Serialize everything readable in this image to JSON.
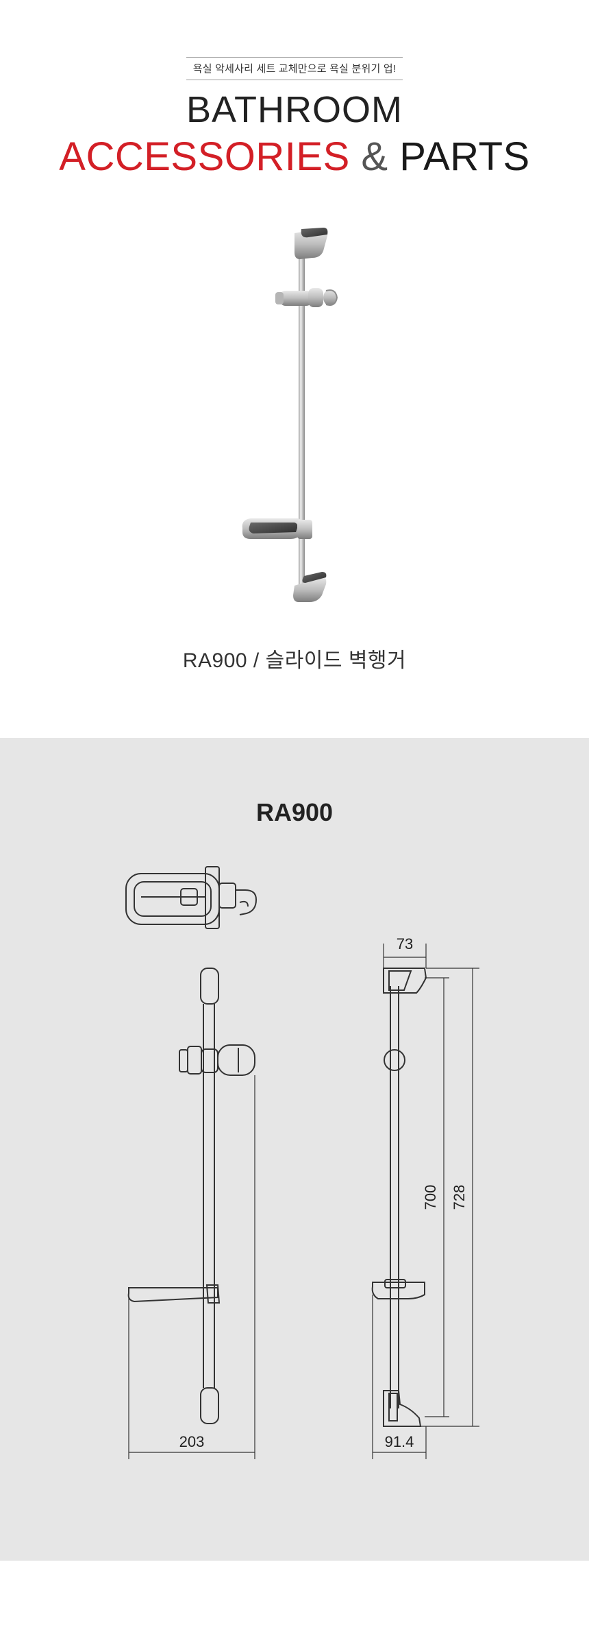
{
  "header": {
    "tagline": "욕실 악세사리 세트 교체만으로 욕실 분위기 업!",
    "title_line1": "BATHROOM",
    "title_accessories": "ACCESSORIES",
    "title_amp": "&",
    "title_parts": "PARTS"
  },
  "product": {
    "caption": "RA900 / 슬라이드 벽행거"
  },
  "spec": {
    "model": "RA900",
    "dimensions": {
      "top_width": "73",
      "bar_height": "700",
      "total_height": "728",
      "total_width": "203",
      "depth": "91.4"
    }
  },
  "colors": {
    "accent_red": "#d31f26",
    "spec_background": "#e6e6e6"
  }
}
